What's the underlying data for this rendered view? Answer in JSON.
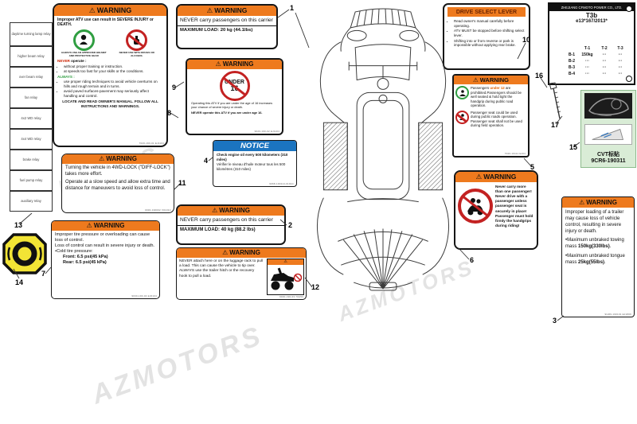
{
  "icons": {
    "warning": "⚠"
  },
  "watermark": {
    "w1": "PIECES",
    "w2": "AZMOTORS",
    "w3": "AZMOTORS"
  },
  "relays": [
    "daytime turning lamp relay",
    "higher beam relay",
    "over beam relay",
    "fan relay",
    "4x2 WD relay",
    "4x4 WD relay",
    "brake relay",
    "fuel pump relay",
    "auxiliary relay"
  ],
  "callouts": {
    "c1": "1",
    "c2": "2",
    "c3": "3",
    "c4": "4",
    "c5": "5",
    "c6": "6",
    "c7": "7",
    "c8": "8",
    "c9": "9",
    "c10": "10",
    "c11": "11",
    "c12": "12",
    "c13": "13",
    "c14": "14",
    "c15": "15",
    "c16": "16",
    "c17": "17"
  },
  "labels": {
    "main": {
      "header": "WARNING",
      "intro": "Improper ATV use can result in SEVERE INJURY or DEATH.",
      "icon1_caption": "ALWAYS USE AN APPROVED HELMET AND PROTECTIVE GEAR",
      "icon2_caption": "NEVER USE WITH DRUGS OR ALCOHOL",
      "never_word": "NEVER",
      "never_rest": " operate :",
      "never_items": [
        "without proper training or instruction.",
        "at speeds too fast for your skills or the conditions."
      ],
      "always_word": "ALWAYS :",
      "always_items": [
        "use proper riding techniques to avoid vehicle overturns on hills and rough terrain and in turns.",
        "avoid paved surfaces-pavement may seriously affect handling and control."
      ],
      "footer": "LOCATE AND READ OWNER'S MANUAL. FOLLOW ALL INSTRUCTIONS AND WARNINGS.",
      "code": "7020-190-01 EJ1104"
    },
    "carrier_front": {
      "header": "WARNING",
      "text": "NEVER carry passengers on this carrier",
      "load": "MAXIMUM LOAD: 20 kg (44.1lbs)"
    },
    "under16": {
      "header": "WARNING",
      "badge_line1": "UNDER",
      "badge_line2": "16",
      "p1": "Operating this ATV if you are under the age of 16 increases your chance of severe injury or death.",
      "p2": "NEVER operate this ATV if you are under age 16.",
      "code": "9020-190-02 EJ1104"
    },
    "notice": {
      "header": "NOTICE",
      "en": "Check engine oil every 500 kilometers (310 miles)",
      "fr": "Vérifier le niveau d'huile moteur tous les 500 kilomètres (310 miles)",
      "code": "9068-190114-0191C"
    },
    "diff_lock": {
      "header": "WARNING",
      "p1": "Turning the vehicle in 4WD-LOCK (\"DIFF-LOCK\") takes more effort.",
      "p2": "Operate at a slow speed and allow extra time and distance for maneuvers to avoid loss of control.",
      "code": "0030-190002 V0101C"
    },
    "tire": {
      "header": "WARNING",
      "p1": "Improper tire pressure or overloading can cause  loss of control.",
      "p2": "Loss of control can result in severe injury or death.",
      "bullet": "Cold tire pressure:",
      "front": "Front: 6.5 psi(45 kPa)",
      "rear": "Rear: 6.5 psi(45 kPa)",
      "code": "9030-190-04 EJ0104"
    },
    "carrier_rear": {
      "header": "WARNING",
      "text": "NEVER carry passengers on this carrier",
      "load": "MAXIMUM LOAD: 40 kg (88.2 lbs)"
    },
    "no_tow": {
      "header": "WARNING",
      "text": "NEVER attach here or on the luggage rack to pull a load. This can cause the vehicle to tip over. ALWAYS use the trailer hitch or the recovery hook to pull a load.",
      "code": "9030-190-03 70A50"
    },
    "drive_select": {
      "title": "DRIVE SELECT LEVER",
      "items": [
        "Read owner's manual carefully before operating.",
        "ATV MUST be stopped before shifting select lever.",
        "Shifting into or from reverse or park is impossible without applying rear brake."
      ]
    },
    "plate": {
      "company": "ZHEJIANG CFMOTO POWER CO., LTD.",
      "model": "T3b",
      "approval": "e13*167/2013*",
      "col_headers": [
        "T-1",
        "T-2",
        "T-3"
      ],
      "rows": [
        {
          "name": "B-1",
          "v1": "150kg",
          "v2": "···",
          "v3": "···"
        },
        {
          "name": "B-2",
          "v1": "···",
          "v2": "···",
          "v3": "···"
        },
        {
          "name": "B-3",
          "v1": "···",
          "v2": "···",
          "v3": "···"
        },
        {
          "name": "B-4",
          "v1": "···",
          "v2": "···",
          "v3": "···"
        }
      ]
    },
    "under12": {
      "header": "WARNING",
      "p1_pre": "Passengers ",
      "p1_hl": "under 12",
      "p1_post": " are prohibited.Passengers should be well seated & hold tight the handgrip during public road operation.",
      "p2": "Passenger seat could be used during public roads  operation. Passenger seat shall not be used during field operation.",
      "code": "7020-19111 EJ04"
    },
    "one_passenger": {
      "header": "WARNING",
      "text": "Never carry more than one passenger! Never drive with a passenger unless passenger seat is securely in place! Passenger must hold firmly the handgrips during riding!"
    },
    "trailer": {
      "header": "WARNING",
      "p1": "Improper loading of a trailer may cause loss of vehicle control, resulting in severe injury or death.",
      "b1_pre": "Maximum unbraked towing mass ",
      "b1_bold": "150kg(330lbs)",
      "b1_post": ".",
      "b2_pre": "Maximum unbraked tongue mass ",
      "b2_bold": "25kg(55lbs)",
      "b2_post": ".",
      "code": "9GR6-190101 EJ1806"
    },
    "cvt": {
      "caption": "CVT标贴",
      "code": "9CR6-190311"
    }
  }
}
